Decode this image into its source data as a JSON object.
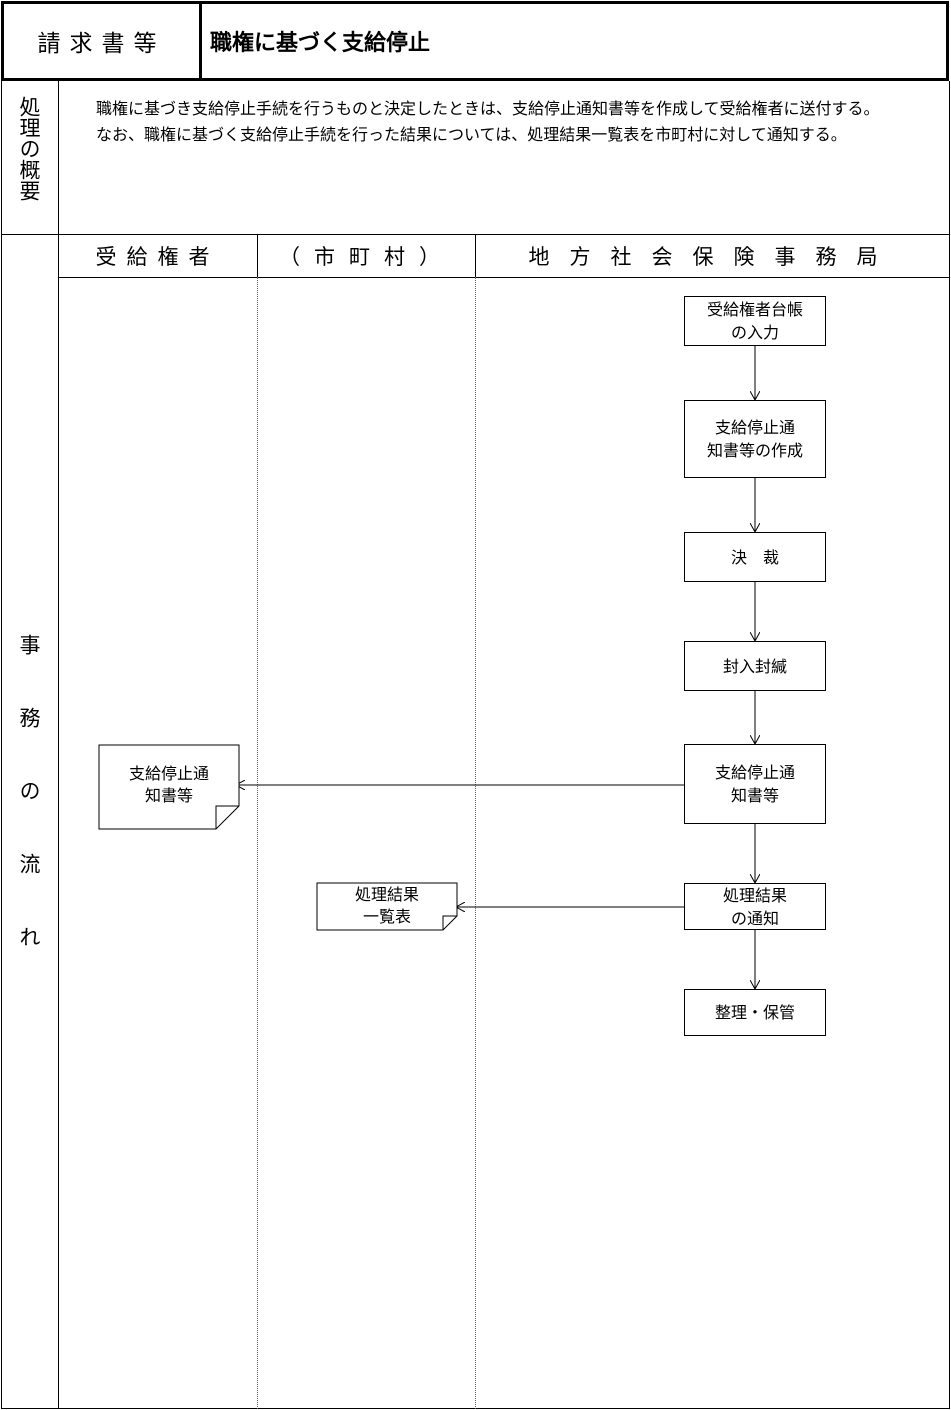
{
  "header": {
    "category_label": "請求書等",
    "title": "職権に基づく支給停止"
  },
  "summary": {
    "side_label": "処理の概要",
    "paragraphs": [
      "職権に基づき支給停止手続を行うものと決定したときは、支給停止通知書等を作成して受給権者に送付する。",
      "なお、職権に基づく支給停止手続を行った結果については、処理結果一覧表を市町村に対して通知する。"
    ]
  },
  "flow": {
    "side_label": "事務の流れ",
    "lanes": [
      "受給権者",
      "（市町村）",
      "地方社会保険事務局"
    ],
    "office_steps": [
      "受給権者台帳\nの入力",
      "支給停止通\n知書等の作成",
      "決　裁",
      "封入封緘",
      "支給停止通\n知書等",
      "処理結果\nの通知",
      "整理・保管"
    ],
    "documents": {
      "recipient": "支給停止通\n知書等",
      "municipality": "処理結果\n一覧表"
    }
  }
}
